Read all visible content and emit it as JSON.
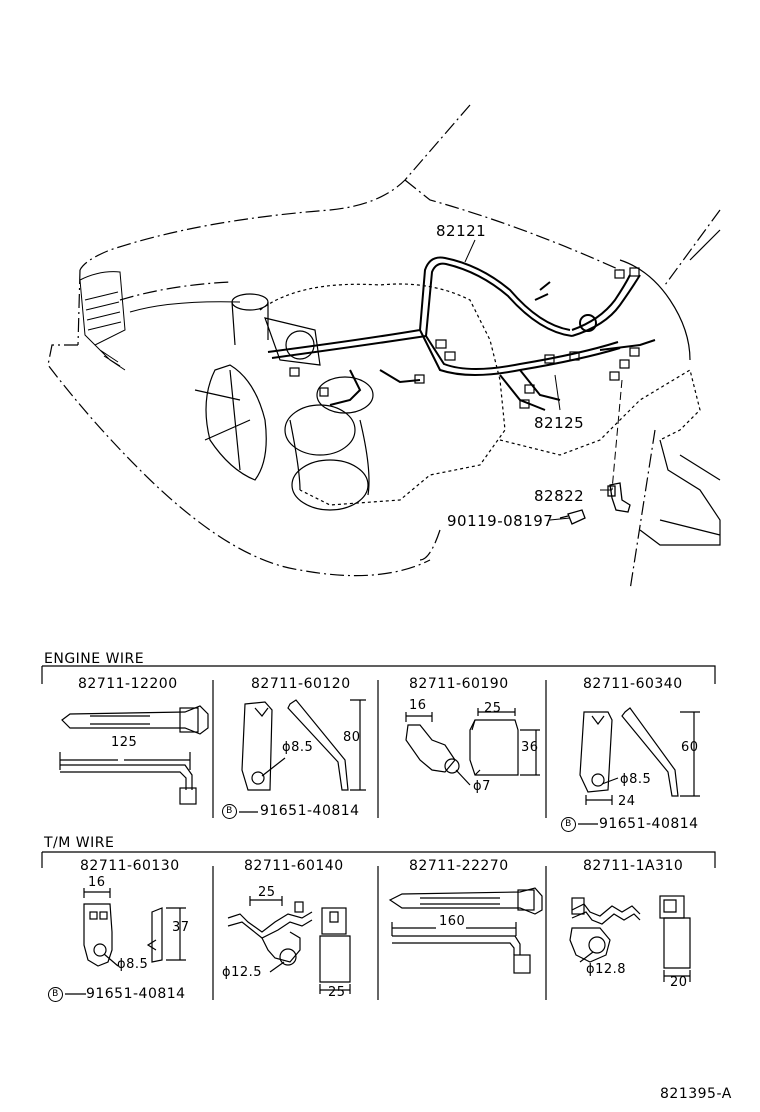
{
  "main_callouts": {
    "c82121": "82121",
    "c82125": "82125",
    "c82822": "82822",
    "c90119": "90119-08197"
  },
  "engine_wire": {
    "heading": "ENGINE  WIRE",
    "parts": [
      {
        "number": "82711-12200",
        "dims": [
          "125"
        ]
      },
      {
        "number": "82711-60120",
        "dims": [
          "ϕ8.5",
          "80"
        ],
        "bolt": "91651-40814"
      },
      {
        "number": "82711-60190",
        "dims": [
          "16",
          "25",
          "36",
          "ϕ7"
        ]
      },
      {
        "number": "82711-60340",
        "dims": [
          "60",
          "ϕ8.5",
          "24"
        ],
        "bolt": "91651-40814"
      }
    ]
  },
  "tm_wire": {
    "heading": "T/M WIRE",
    "parts": [
      {
        "number": "82711-60130",
        "dims": [
          "16",
          "37",
          "ϕ8.5"
        ],
        "bolt": "91651-40814"
      },
      {
        "number": "82711-60140",
        "dims": [
          "25",
          "ϕ12.5",
          "25"
        ]
      },
      {
        "number": "82711-22270",
        "dims": [
          "160"
        ]
      },
      {
        "number": "82711-1A310",
        "dims": [
          "ϕ12.8",
          "20"
        ]
      }
    ]
  },
  "bolt_symbol": "B",
  "diagram_code": "821395-A"
}
